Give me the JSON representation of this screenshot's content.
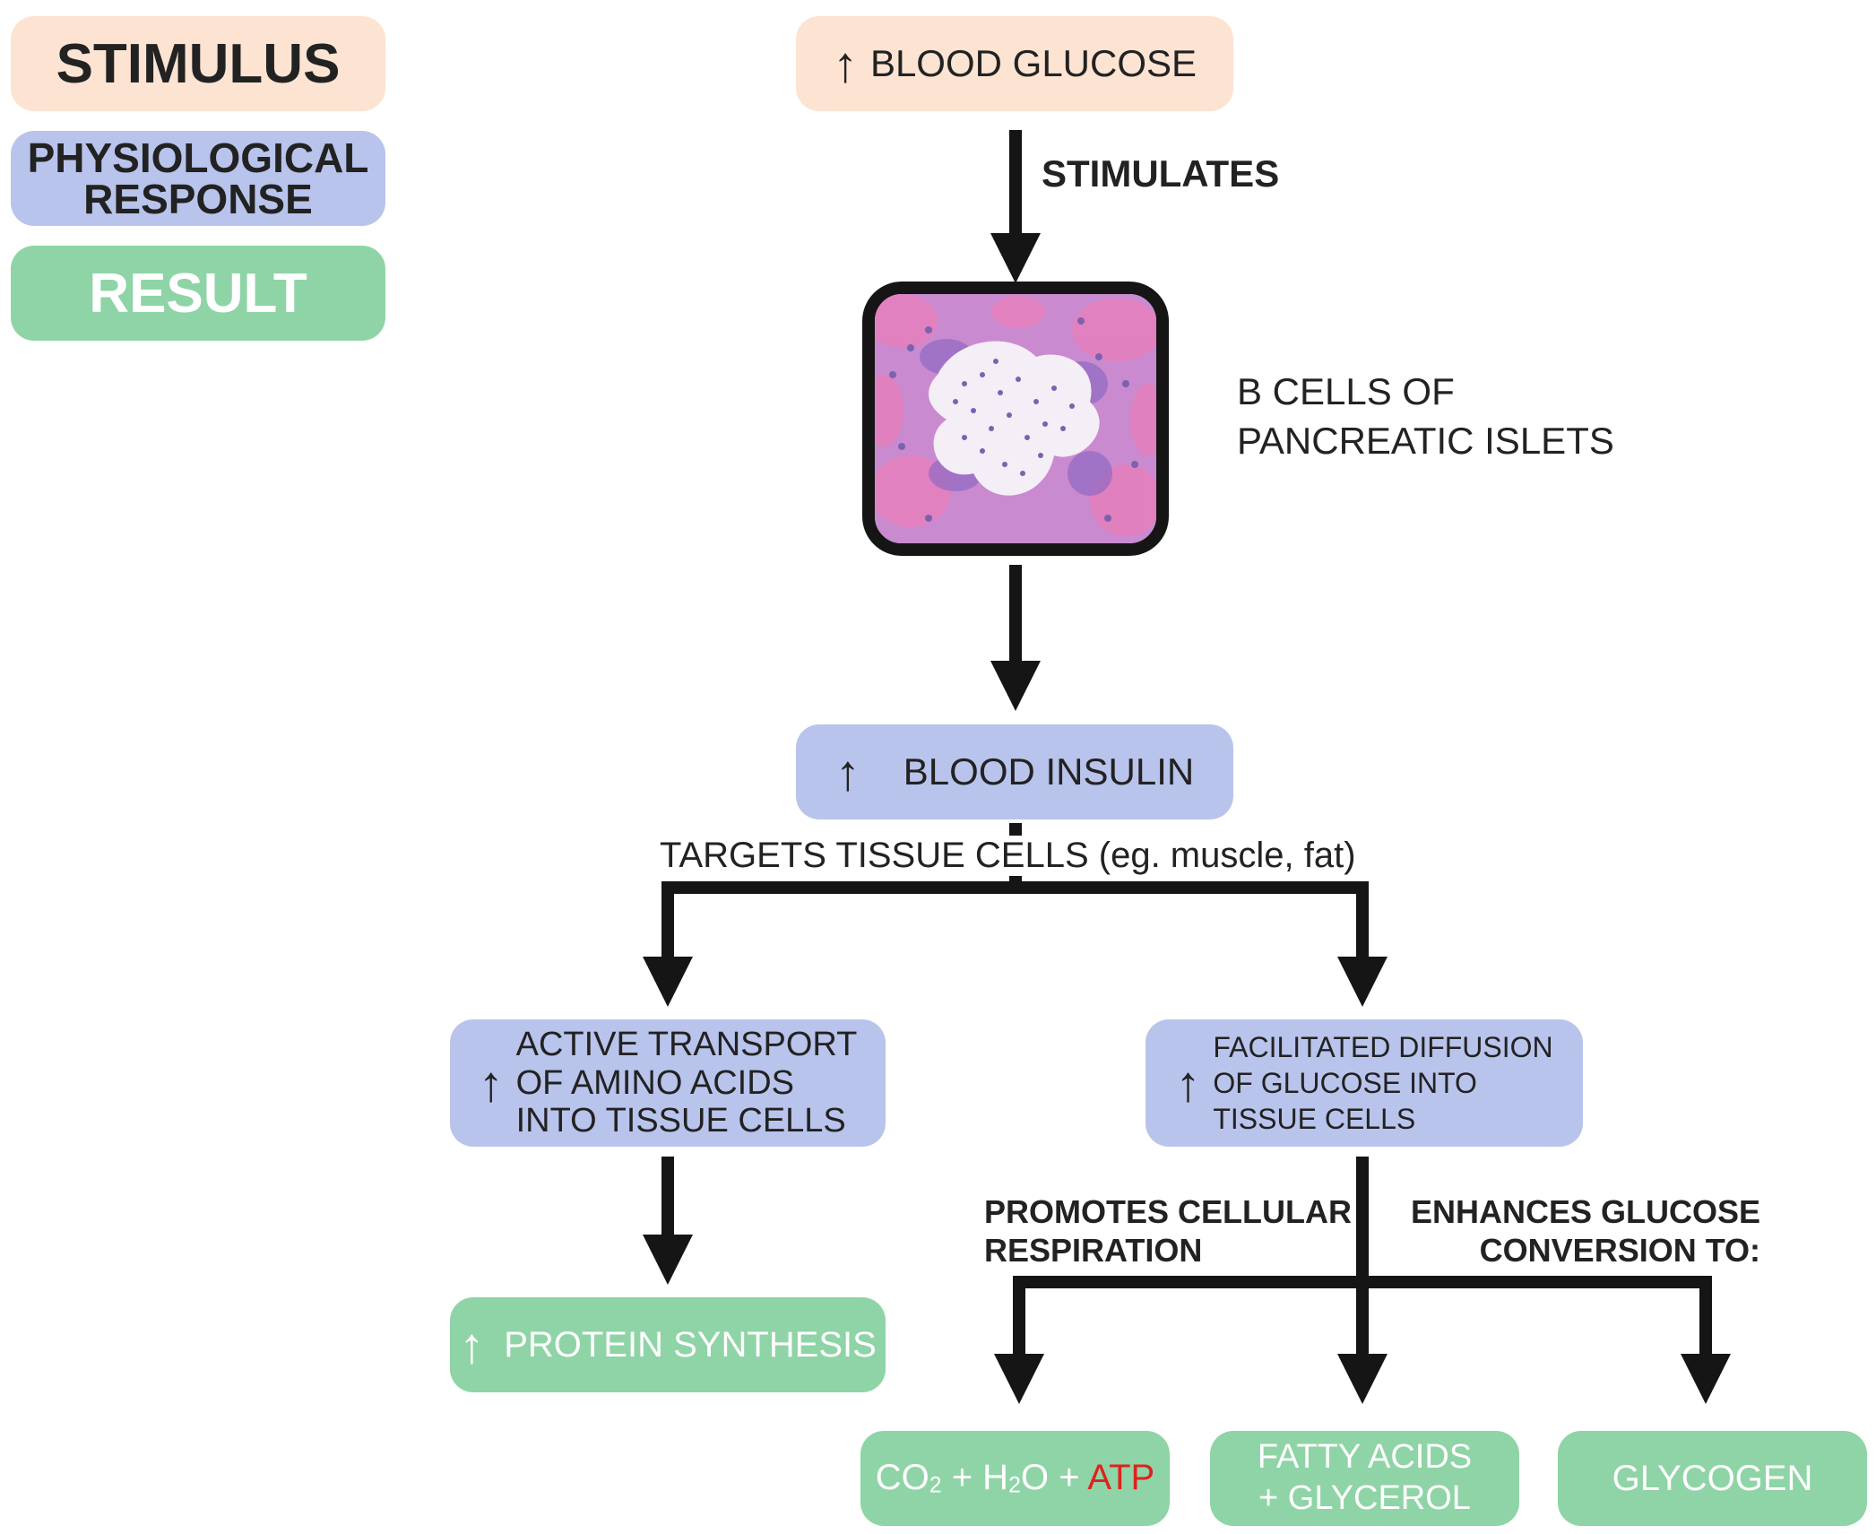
{
  "legend": {
    "stimulus": "STIMULUS",
    "physiological_response_line1": "PHYSIOLOGICAL",
    "physiological_response_line2": "RESPONSE",
    "result": "RESULT"
  },
  "nodes": {
    "blood_glucose": "BLOOD GLUCOSE",
    "beta_cells_line1": "β CELLS OF",
    "beta_cells_line2": "PANCREATIC ISLETS",
    "blood_insulin": "BLOOD INSULIN",
    "active_transport_line1": "ACTIVE TRANSPORT",
    "active_transport_line2": "OF AMINO ACIDS",
    "active_transport_line3": "INTO TISSUE CELLS",
    "facilitated_diffusion_line1": "FACILITATED DIFFUSION",
    "facilitated_diffusion_line2": "OF GLUCOSE INTO",
    "facilitated_diffusion_line3": "TISSUE CELLS",
    "protein_synthesis": "PROTEIN SYNTHESIS",
    "co2_part": "CO",
    "co2_sub": "2",
    "h2o_part1": " + H",
    "h2o_sub": "2",
    "h2o_part2": "O + ",
    "atp": "ATP",
    "fatty_acids_line1": "FATTY ACIDS",
    "fatty_acids_line2": "+ GLYCEROL",
    "glycogen": "GLYCOGEN"
  },
  "edge_labels": {
    "stimulates": "STIMULATES",
    "targets": "TARGETS TISSUE CELLS (eg. muscle, fat)",
    "promotes_line1": "PROMOTES CELLULAR",
    "promotes_line2": "RESPIRATION",
    "enhances_line1": "ENHANCES GLUCOSE",
    "enhances_line2": "CONVERSION TO:"
  },
  "symbols": {
    "increase": "↑"
  },
  "colors": {
    "stimulus": "#fce3d2",
    "physiological_response": "#b9c4ec",
    "result": "#8fd4a6",
    "atp": "#e0211e",
    "arrow": "#151515"
  }
}
